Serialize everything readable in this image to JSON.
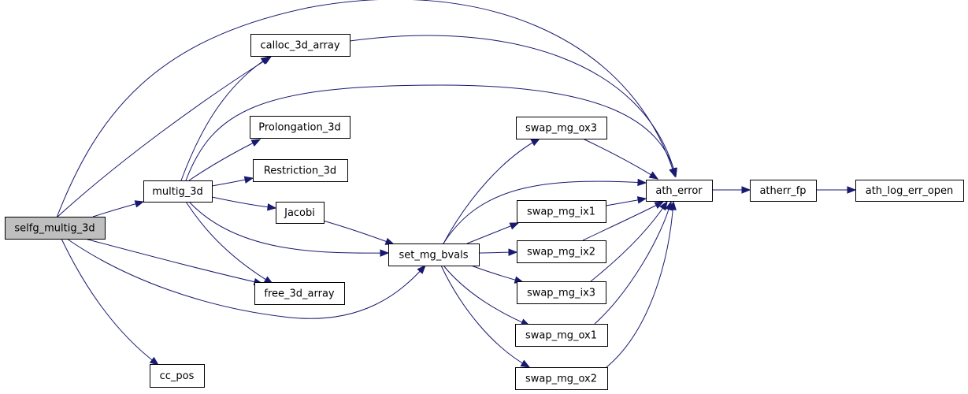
{
  "graph": {
    "colors": {
      "edge": "#191970",
      "node_border": "#000000",
      "root_fill": "#bfbfbf",
      "node_fill": "#ffffff"
    },
    "nodes": [
      {
        "id": "selfg_multig_3d",
        "label": "selfg_multig_3d",
        "root": true
      },
      {
        "id": "calloc_3d_array",
        "label": "calloc_3d_array"
      },
      {
        "id": "ath_error",
        "label": "ath_error"
      },
      {
        "id": "cc_pos",
        "label": "cc_pos"
      },
      {
        "id": "free_3d_array",
        "label": "free_3d_array"
      },
      {
        "id": "multig_3d",
        "label": "multig_3d"
      },
      {
        "id": "Jacobi",
        "label": "Jacobi"
      },
      {
        "id": "Prolongation_3d",
        "label": "Prolongation_3d"
      },
      {
        "id": "Restriction_3d",
        "label": "Restriction_3d"
      },
      {
        "id": "set_mg_bvals",
        "label": "set_mg_bvals"
      },
      {
        "id": "swap_mg_ix1",
        "label": "swap_mg_ix1"
      },
      {
        "id": "swap_mg_ix2",
        "label": "swap_mg_ix2"
      },
      {
        "id": "swap_mg_ix3",
        "label": "swap_mg_ix3"
      },
      {
        "id": "swap_mg_ox1",
        "label": "swap_mg_ox1"
      },
      {
        "id": "swap_mg_ox2",
        "label": "swap_mg_ox2"
      },
      {
        "id": "swap_mg_ox3",
        "label": "swap_mg_ox3"
      },
      {
        "id": "atherr_fp",
        "label": "atherr_fp"
      },
      {
        "id": "ath_log_err_open",
        "label": "ath_log_err_open"
      }
    ],
    "edges": [
      {
        "from": "selfg_multig_3d",
        "to": "calloc_3d_array"
      },
      {
        "from": "selfg_multig_3d",
        "to": "ath_error"
      },
      {
        "from": "selfg_multig_3d",
        "to": "cc_pos"
      },
      {
        "from": "selfg_multig_3d",
        "to": "free_3d_array"
      },
      {
        "from": "selfg_multig_3d",
        "to": "multig_3d"
      },
      {
        "from": "selfg_multig_3d",
        "to": "set_mg_bvals"
      },
      {
        "from": "calloc_3d_array",
        "to": "ath_error"
      },
      {
        "from": "multig_3d",
        "to": "calloc_3d_array"
      },
      {
        "from": "multig_3d",
        "to": "ath_error"
      },
      {
        "from": "multig_3d",
        "to": "Prolongation_3d"
      },
      {
        "from": "multig_3d",
        "to": "Restriction_3d"
      },
      {
        "from": "multig_3d",
        "to": "Jacobi"
      },
      {
        "from": "multig_3d",
        "to": "set_mg_bvals"
      },
      {
        "from": "multig_3d",
        "to": "free_3d_array"
      },
      {
        "from": "Jacobi",
        "to": "set_mg_bvals"
      },
      {
        "from": "set_mg_bvals",
        "to": "swap_mg_ox3"
      },
      {
        "from": "set_mg_bvals",
        "to": "ath_error"
      },
      {
        "from": "set_mg_bvals",
        "to": "swap_mg_ix1"
      },
      {
        "from": "set_mg_bvals",
        "to": "swap_mg_ix2"
      },
      {
        "from": "set_mg_bvals",
        "to": "swap_mg_ix3"
      },
      {
        "from": "set_mg_bvals",
        "to": "swap_mg_ox1"
      },
      {
        "from": "set_mg_bvals",
        "to": "swap_mg_ox2"
      },
      {
        "from": "swap_mg_ox3",
        "to": "ath_error"
      },
      {
        "from": "swap_mg_ix1",
        "to": "ath_error"
      },
      {
        "from": "swap_mg_ix2",
        "to": "ath_error"
      },
      {
        "from": "swap_mg_ix3",
        "to": "ath_error"
      },
      {
        "from": "swap_mg_ox1",
        "to": "ath_error"
      },
      {
        "from": "swap_mg_ox2",
        "to": "ath_error"
      },
      {
        "from": "ath_error",
        "to": "atherr_fp"
      },
      {
        "from": "atherr_fp",
        "to": "ath_log_err_open"
      }
    ]
  }
}
